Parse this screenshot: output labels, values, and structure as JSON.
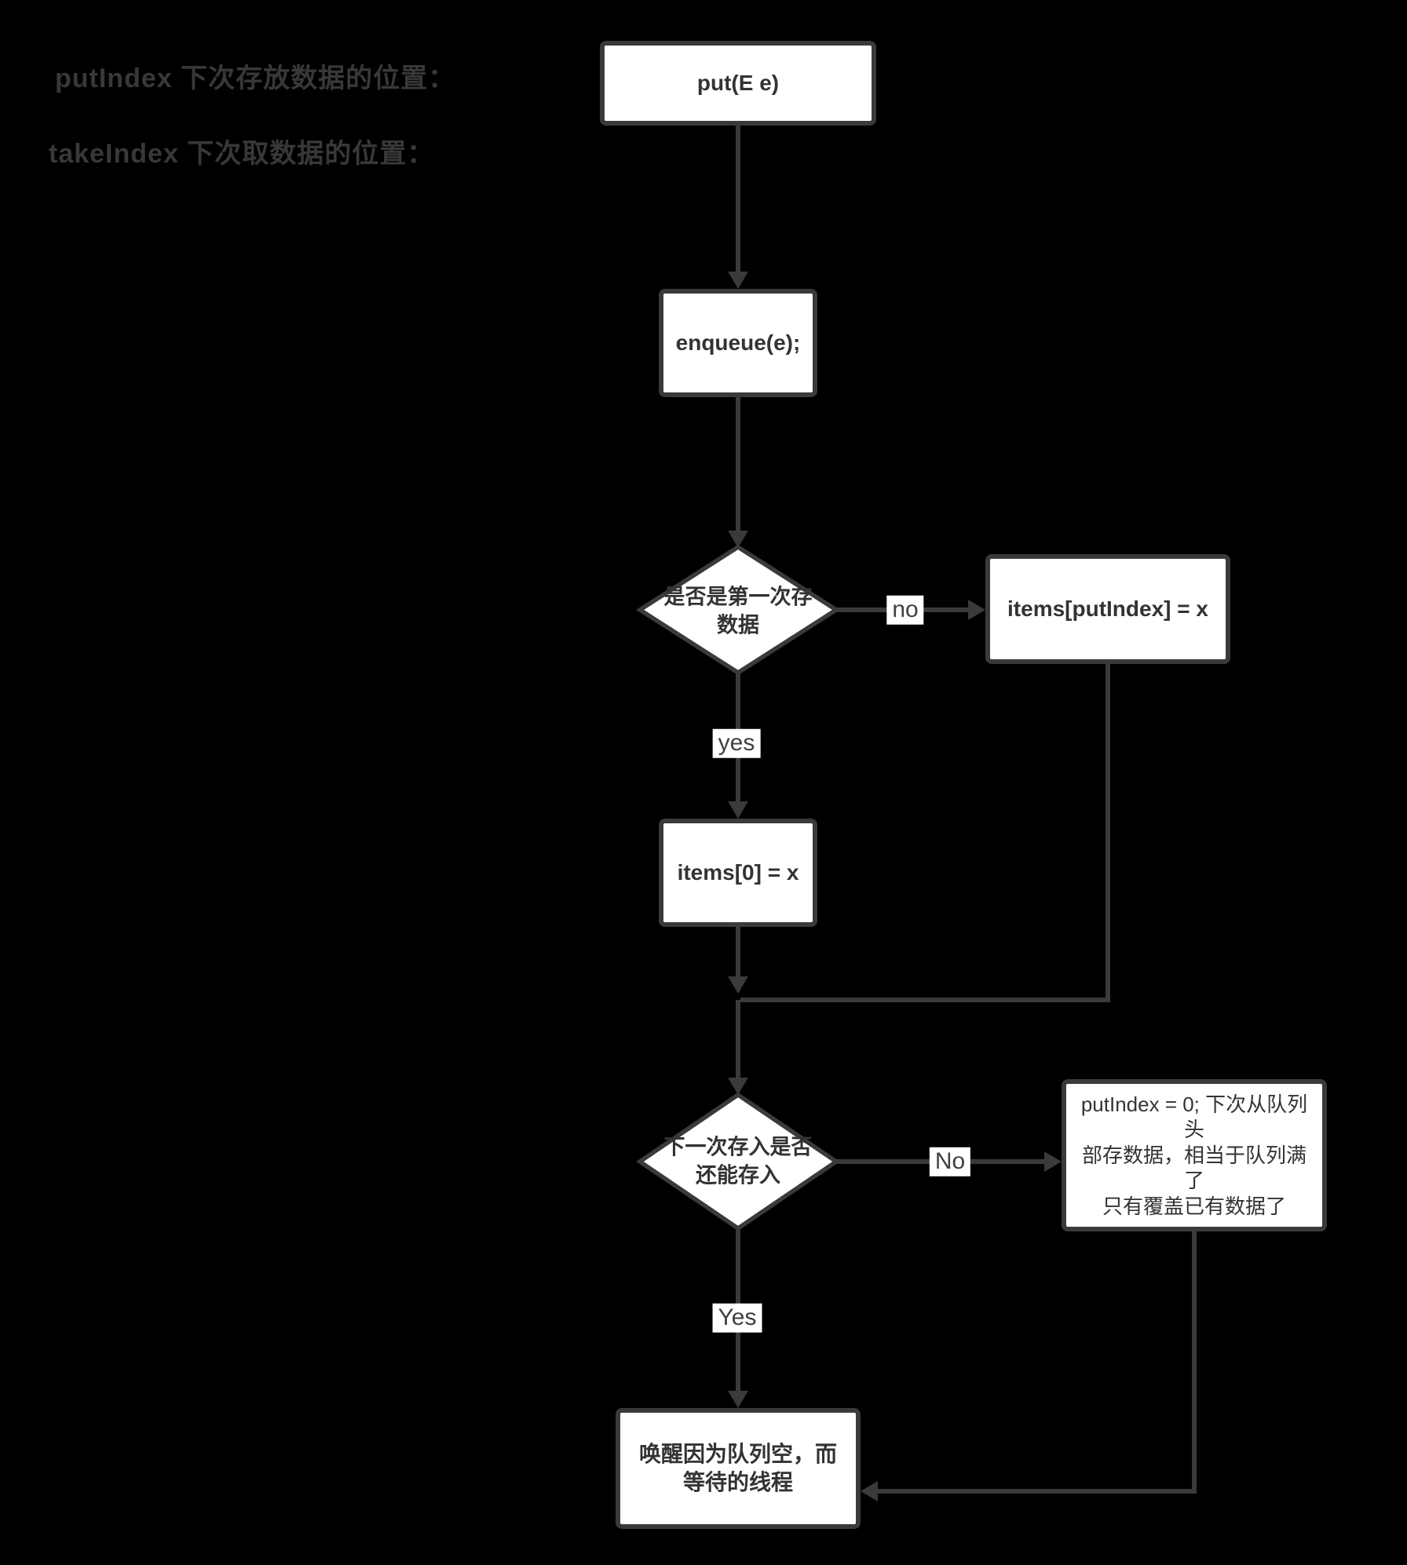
{
  "page": {
    "background": "#000000"
  },
  "colors": {
    "node_fill": "#ffffff",
    "node_border": "#3a3a3a",
    "node_text": "#333333",
    "connector": "#3a3a3a",
    "edge_label_bg": "#ffffff",
    "edge_label_text": "#3f3f3f",
    "note_text": "#383838"
  },
  "notes": {
    "line1": "putIndex 下次存放数据的位置：",
    "line2": "takeIndex 下次取数据的位置："
  },
  "nodes": {
    "put": {
      "label": "put(E e)"
    },
    "enqueue": {
      "label": "enqueue(e);"
    },
    "first_store_decision": {
      "label": [
        "是否是第一次存",
        "数据"
      ]
    },
    "items_putindex": {
      "label": "items[putIndex] = x"
    },
    "items_zero": {
      "label": "items[0] = x"
    },
    "next_store_decision": {
      "label": [
        "下一次存入是否",
        "还能存入"
      ]
    },
    "reset_putindex": {
      "label": [
        "putIndex = 0; 下次从队列头",
        "部存数据，相当于队列满了",
        "只有覆盖已有数据了"
      ]
    },
    "wake_threads": {
      "label": [
        "唤醒因为队列空，而",
        "等待的线程"
      ]
    }
  },
  "edge_labels": {
    "no1": "no",
    "yes1": "yes",
    "no2": "No",
    "yes2": "Yes"
  }
}
